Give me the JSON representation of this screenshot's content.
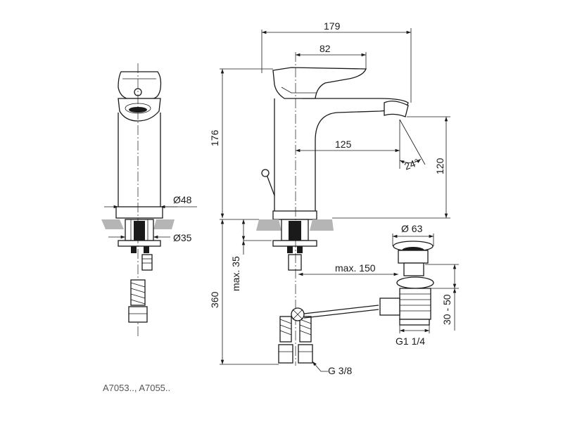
{
  "dimensions": {
    "overall_width": "179",
    "lever_offset": "82",
    "reach": "125",
    "height": "176",
    "spout_height": "120",
    "spout_angle": "24°",
    "body_diameter": "Ø48",
    "shank_diameter": "Ø35",
    "max_deck": "max. 35",
    "hose_length": "360",
    "pullrod_reach": "max. 150",
    "waste_diameter": "Ø 63",
    "waste_adjust": "30 - 50",
    "waste_thread": "G1 1/4",
    "hose_thread": "G 3/8"
  },
  "caption": "A7053.., A7055.."
}
